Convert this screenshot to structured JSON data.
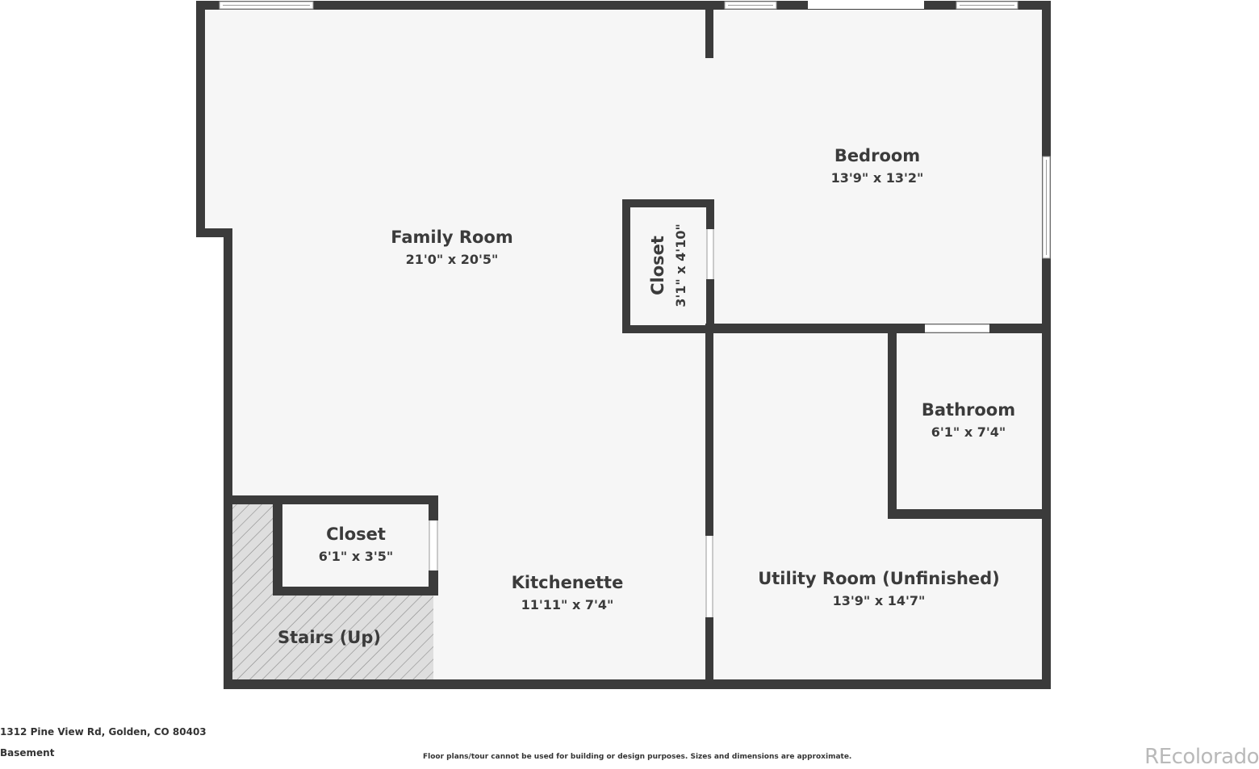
{
  "rooms": {
    "family_room": {
      "name": "Family Room",
      "dims": "21'0\" x 20'5\""
    },
    "bedroom": {
      "name": "Bedroom",
      "dims": "13'9\" x 13'2\""
    },
    "closet_bedroom": {
      "name": "Closet",
      "dims": "3'1\" x 4'10\""
    },
    "bathroom": {
      "name": "Bathroom",
      "dims": "6'1\" x 7'4\""
    },
    "closet_lower": {
      "name": "Closet",
      "dims": "6'1\" x 3'5\""
    },
    "kitchenette": {
      "name": "Kitchenette",
      "dims": "11'11\" x 7'4\""
    },
    "utility_room": {
      "name": "Utility Room (Unfinished)",
      "dims": "13'9\" x 14'7\""
    },
    "stairs": {
      "name": "Stairs (Up)"
    }
  },
  "footer": {
    "address": "1312 Pine View Rd, Golden, CO 80403",
    "level": "Basement",
    "disclaimer": "Floor plans/tour cannot be used for building or design purposes. Sizes and dimensions are approximate.",
    "brand": "REcolorado"
  },
  "colors": {
    "wall": "#3b3b3b",
    "floor": "#f6f6f6",
    "stairs_fill": "#dedede",
    "text": "#3b3b3b"
  }
}
